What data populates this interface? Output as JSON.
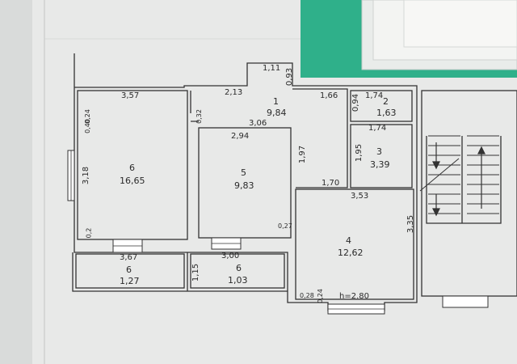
{
  "rooms": [
    {
      "id": "1",
      "number": "1",
      "area": "9,84"
    },
    {
      "id": "2",
      "number": "2",
      "area": "1,63"
    },
    {
      "id": "3",
      "number": "3",
      "area": "3,39"
    },
    {
      "id": "4",
      "number": "4",
      "area": "12,62"
    },
    {
      "id": "5",
      "number": "5",
      "area": "9,83"
    },
    {
      "id": "6a",
      "number": "6",
      "area": "16,65"
    },
    {
      "id": "6b",
      "number": "6",
      "area": "1,27"
    },
    {
      "id": "6c",
      "number": "6",
      "area": "1,03"
    }
  ],
  "dimensions": {
    "d_357": "3,57",
    "d_213": "2,13",
    "d_111": "1,11",
    "d_093": "0,93",
    "d_166": "1,66",
    "d_174a": "1,74",
    "d_094": "0,94",
    "d_174b": "1,74",
    "d_040": "0,40",
    "d_024": "0,24",
    "d_032": "0,32",
    "d_306": "3,06",
    "d_294": "2,94",
    "d_197": "1,97",
    "d_195": "1,95",
    "d_170": "1,70",
    "d_353": "3,53",
    "d_335": "3,35",
    "d_318": "3,18",
    "d_02": "0,2",
    "d_027": "0,27",
    "d_367": "3,67",
    "d_300": "3,00",
    "d_115": "1,15",
    "d_028": "0,28",
    "d_024b": "0,24",
    "height": "h=2.80"
  },
  "colors": {
    "paper": "#ececec",
    "line": "#333333",
    "folder": "#2fb08a"
  }
}
